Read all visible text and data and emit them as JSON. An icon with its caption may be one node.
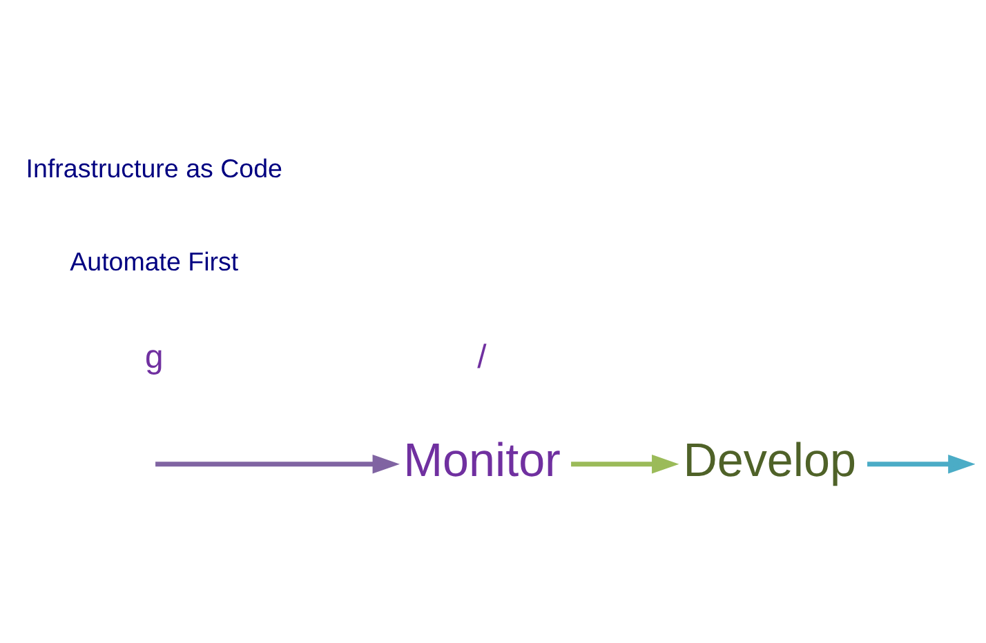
{
  "diagram": {
    "nodes": [
      {
        "text": [
          "Monitor"
        ]
      },
      {
        "text": [
          "Develop"
        ]
      }
    ],
    "edges": [
      {
        "from": 0,
        "to": 1,
        "arrow": "to",
        "color": "#9bbb59"
      },
      {
        "from": 1,
        "to": null,
        "arrow": "to",
        "color": "#4bacc6"
      },
      {
        "from": null,
        "to": 0,
        "arrow": "to",
        "color": "#8064a2"
      }
    ],
    "labels": [
      "g",
      "/",
      "Infrastructure as Code",
      "Automate First"
    ]
  }
}
